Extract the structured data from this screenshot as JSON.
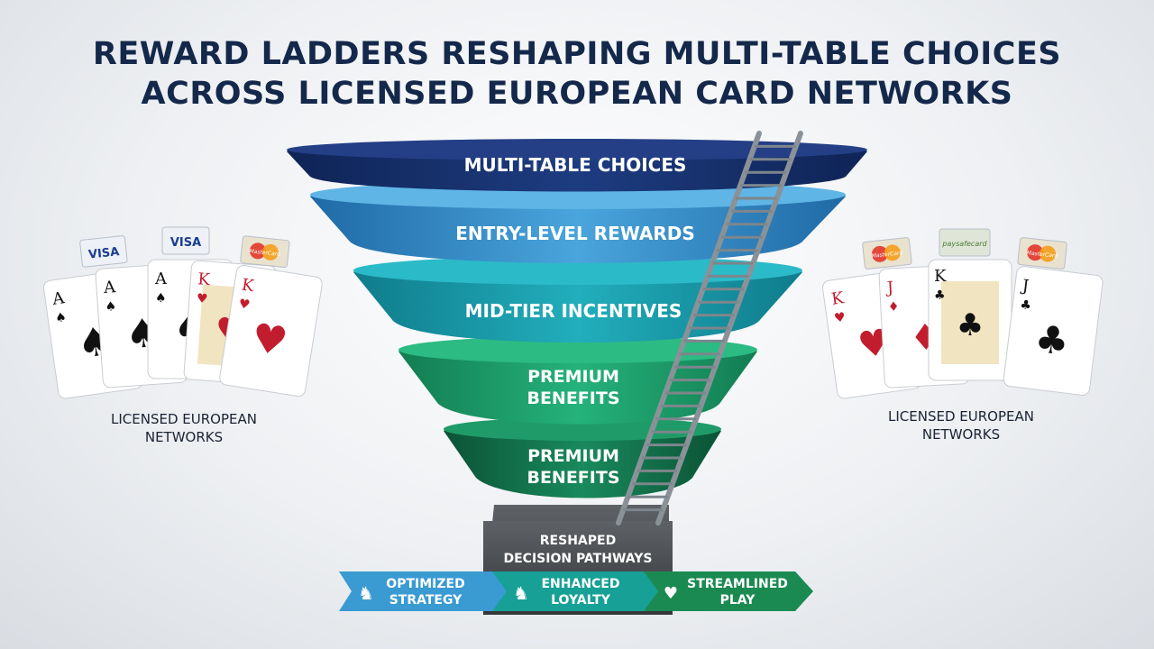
{
  "title": {
    "line1": "REWARD LADDERS RESHAPING MULTI-TABLE CHOICES",
    "line2": "ACROSS LICENSED EUROPEAN CARD NETWORKS"
  },
  "funnel": {
    "tiers": [
      {
        "label": "MULTI-TABLE CHOICES",
        "color": "#16306a"
      },
      {
        "label": "ENTRY-LEVEL REWARDS",
        "color": "#2f86c4"
      },
      {
        "label": "MID-TIER INCENTIVES",
        "color": "#1799a8"
      },
      {
        "label_line1": "PREMIUM",
        "label_line2": "BENEFITS",
        "color": "#1c9a66"
      },
      {
        "label_line1": "PREMIUM",
        "label_line2": "BENEFITS",
        "color": "#146a4a"
      }
    ],
    "base": {
      "line1": "RESHAPED",
      "line2": "DECISION PATHWAYS"
    }
  },
  "outcomes": [
    {
      "icon": "knight-icon",
      "line1": "OPTIMIZED",
      "line2": "STRATEGY",
      "color": "#3a9ad2"
    },
    {
      "icon": "knight-icon",
      "line1": "ENHANCED",
      "line2": "LOYALTY",
      "color": "#17a095"
    },
    {
      "icon": "heart-icon",
      "line1": "STREAMLINED",
      "line2": "PLAY",
      "color": "#1b8a52"
    }
  ],
  "left_panel": {
    "label_line1": "LICENSED EUROPEAN",
    "label_line2": "NETWORKS",
    "payment_badges": [
      "VISA",
      "VISA",
      "MasterCard"
    ],
    "cards": [
      {
        "rank": "A",
        "suit": "♠"
      },
      {
        "rank": "A",
        "suit": "♠"
      },
      {
        "rank": "A",
        "suit": "♠"
      },
      {
        "rank": "K",
        "suit": "♥"
      },
      {
        "rank": "K",
        "suit": "♥"
      }
    ]
  },
  "right_panel": {
    "label_line1": "LICENSED EUROPEAN",
    "label_line2": "NETWORKS",
    "payment_badges": [
      "MasterCard",
      "paysafecard",
      "MasterCard"
    ],
    "cards": [
      {
        "rank": "K",
        "suit": "♥"
      },
      {
        "rank": "J",
        "suit": "♦"
      },
      {
        "rank": "K",
        "suit": "♣"
      },
      {
        "rank": "J",
        "suit": "♣"
      }
    ]
  }
}
